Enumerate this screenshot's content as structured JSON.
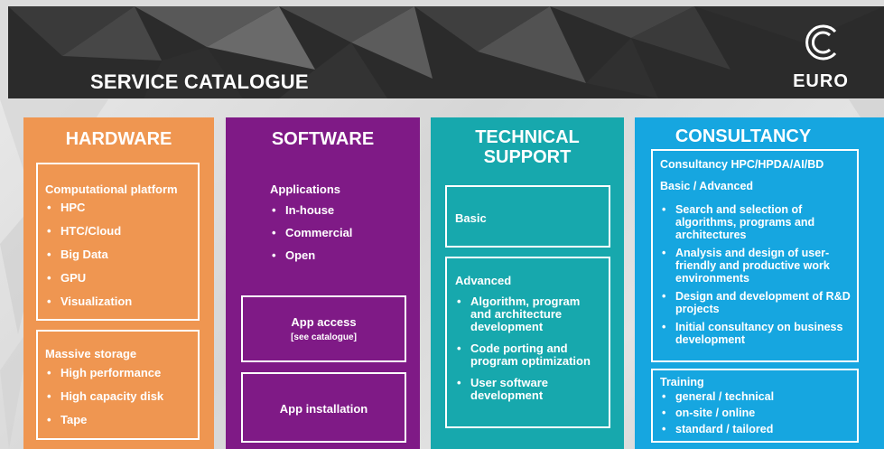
{
  "header": {
    "title": "SERVICE CATALOGUE",
    "logo_text": "EURO"
  },
  "colors": {
    "hardware": "#ef9651",
    "software": "#7f1a86",
    "technical_support": "#17a8ad",
    "consultancy": "#16a6e0"
  },
  "hardware": {
    "title": "HARDWARE",
    "box1": {
      "heading": "Computational platform",
      "items": [
        "HPC",
        "HTC/Cloud",
        "Big Data",
        "GPU",
        "Visualization"
      ]
    },
    "box2": {
      "heading": "Massive storage",
      "items": [
        "High performance",
        "High capacity disk",
        "Tape"
      ]
    }
  },
  "software": {
    "title": "SOFTWARE",
    "applications": {
      "heading": "Applications",
      "items": [
        "In-house",
        "Commercial",
        "Open"
      ]
    },
    "app_access": {
      "label": "App access",
      "sub": "[see catalogue]"
    },
    "app_installation": {
      "label": "App installation"
    }
  },
  "technical_support": {
    "title_line1": "TECHNICAL",
    "title_line2": "SUPPORT",
    "basic": "Basic",
    "advanced": {
      "heading": "Advanced",
      "items": [
        "Algorithm, program and architecture development",
        "Code porting and program optimization",
        "User software development"
      ]
    }
  },
  "consultancy": {
    "title": "CONSULTANCY",
    "box1": {
      "heading": "Consultancy HPC/HPDA/AI/BD",
      "subheading": "Basic / Advanced",
      "items": [
        "Search and selection of algorithms, programs and architectures",
        "Analysis and design of user-friendly and productive work environments",
        "Design and development of R&D projects",
        "Initial consultancy on business development"
      ]
    },
    "training": {
      "heading": "Training",
      "items": [
        "general / technical",
        "on-site / online",
        "standard / tailored"
      ]
    }
  }
}
